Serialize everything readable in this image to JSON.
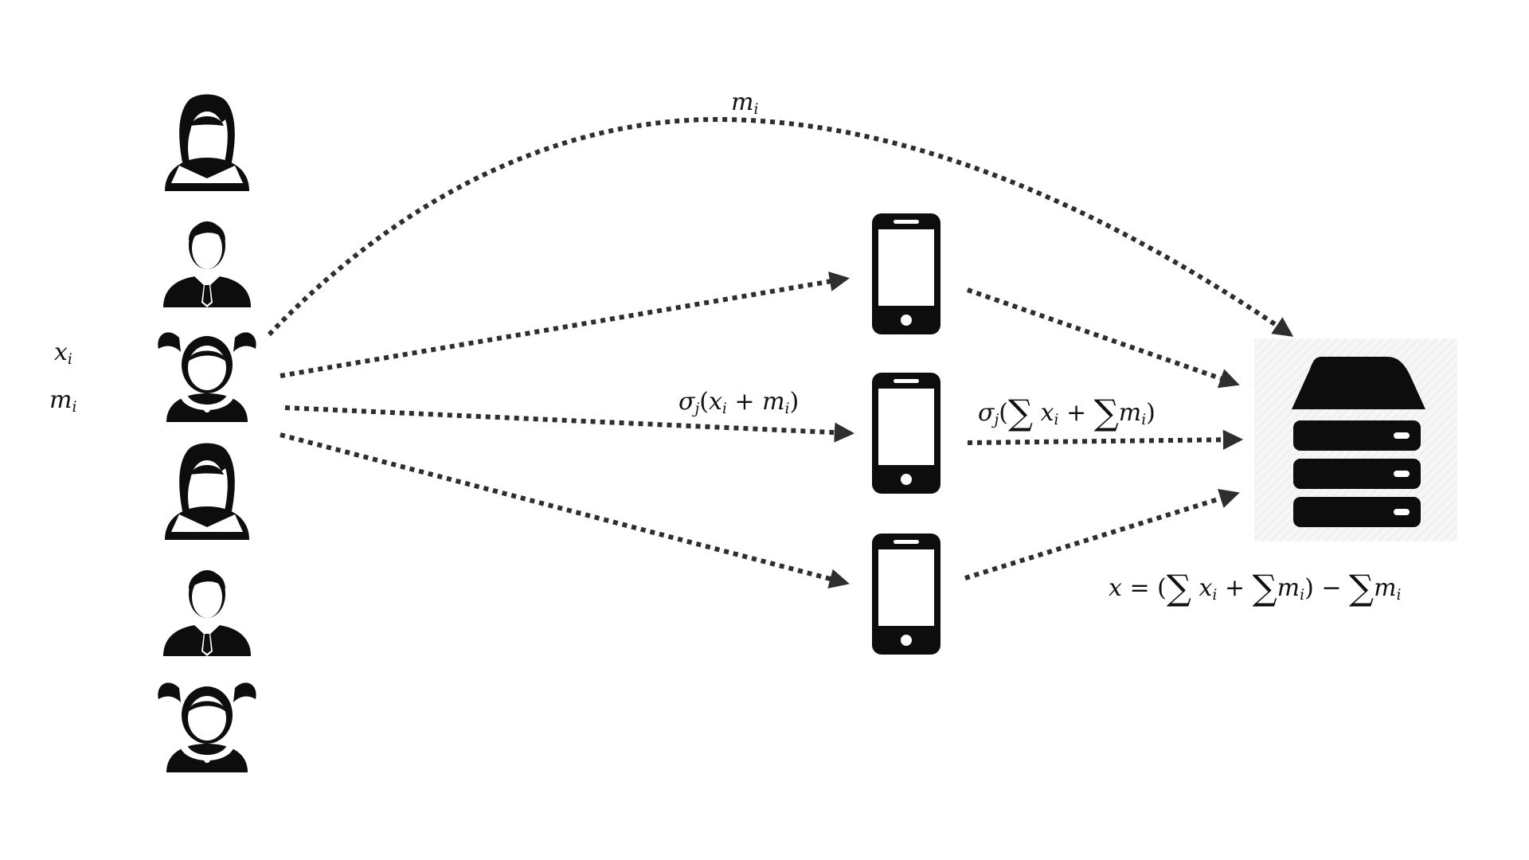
{
  "labels": {
    "left_x": "x",
    "left_x_sub": "i",
    "left_m": "m",
    "left_m_sub": "i",
    "top_m": "m",
    "top_m_sub": "i",
    "mid_sigma": "σ",
    "mid_sigma_sub": "j",
    "mid_open": "(",
    "mid_x": "x",
    "mid_x_sub": "i",
    "mid_plus": "+",
    "mid_m": "m",
    "mid_m_sub": "i",
    "mid_close": ")",
    "agg_sigma": "σ",
    "agg_sigma_sub": "j",
    "agg_open": "(",
    "agg_sum1": "∑",
    "agg_x": "x",
    "agg_x_sub": "i",
    "agg_plus": "+",
    "agg_sum2": "∑",
    "agg_m": "m",
    "agg_m_sub": "i",
    "agg_close": ")",
    "res_x": "x",
    "res_eq": "=",
    "res_open": "(",
    "res_sum1": "∑",
    "res_x2": "x",
    "res_x2_sub": "i",
    "res_plus": "+",
    "res_sum2": "∑",
    "res_m1": "m",
    "res_m1_sub": "i",
    "res_close": ")",
    "res_minus": "−",
    "res_sum3": "∑",
    "res_m2": "m",
    "res_m2_sub": "i"
  },
  "icons": {
    "people": [
      "woman-icon",
      "man-icon",
      "girl-icon",
      "woman-icon",
      "man-icon",
      "girl-icon"
    ],
    "phones": [
      "smartphone-icon",
      "smartphone-icon",
      "smartphone-icon"
    ],
    "server": "server-icon"
  },
  "colors": {
    "icon": "#0d0d0d",
    "arrow": "#2e2e2e",
    "server_backdrop": "#f2f2f2"
  }
}
